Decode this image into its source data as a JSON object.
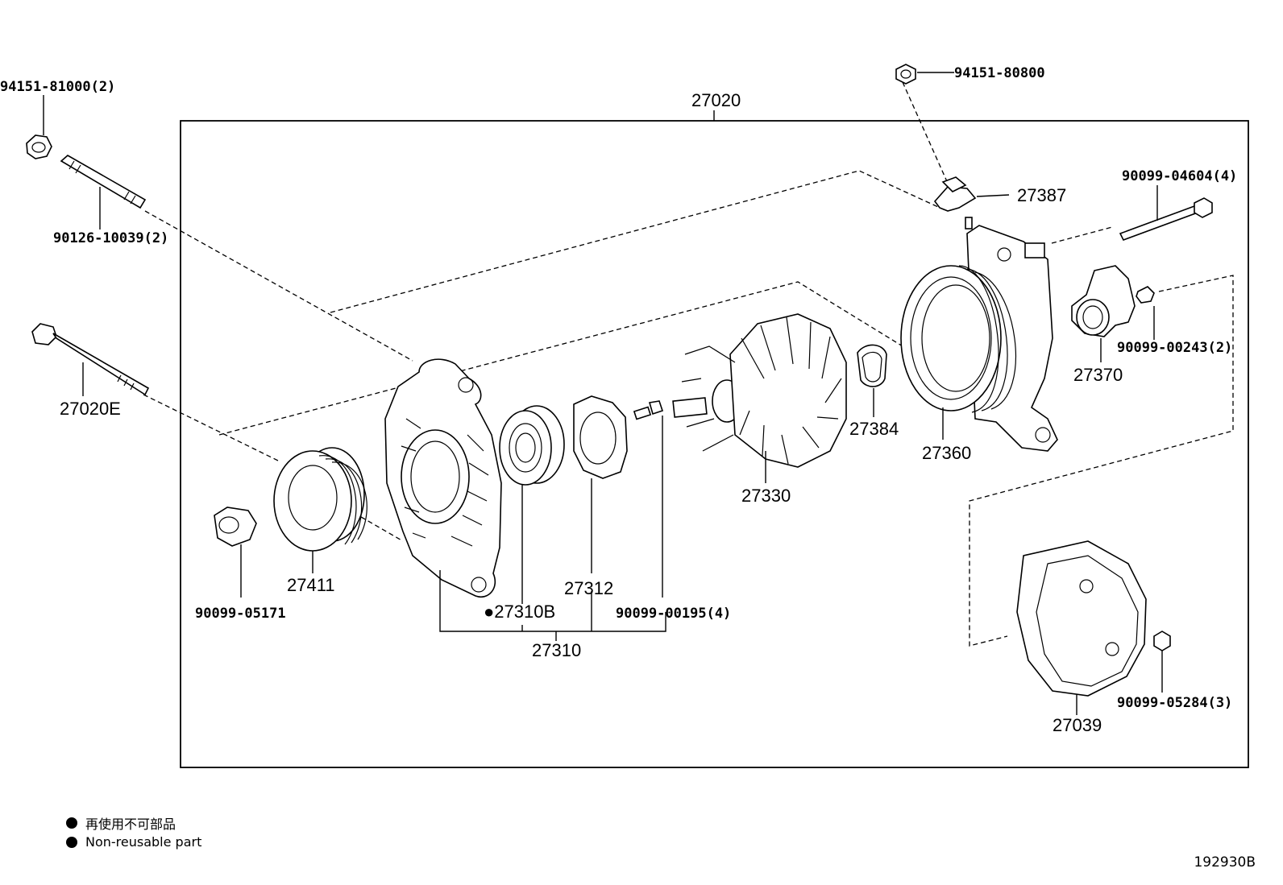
{
  "labels": {
    "p94151_81000": "94151-81000(2)",
    "p90126_10039": "90126-10039(2)",
    "p27020E": "27020E",
    "p27020": "27020",
    "p94151_80800": "94151-80800",
    "p27387": "27387",
    "p90099_04604": "90099-04604(4)",
    "p90099_00243": "90099-00243(2)",
    "p27370": "27370",
    "p27360": "27360",
    "p27384": "27384",
    "p27330": "27330",
    "p27312": "27312",
    "p90099_00195": "90099-00195(4)",
    "p27310B": "●27310B",
    "p27310": "27310",
    "p27411": "27411",
    "p90099_05171": "90099-05171",
    "p27039": "27039",
    "p90099_05284": "90099-05284(3)"
  },
  "legend": {
    "japanese": "再使用不可部品",
    "english": "Non-reusable part"
  },
  "reference_code": "192930B"
}
